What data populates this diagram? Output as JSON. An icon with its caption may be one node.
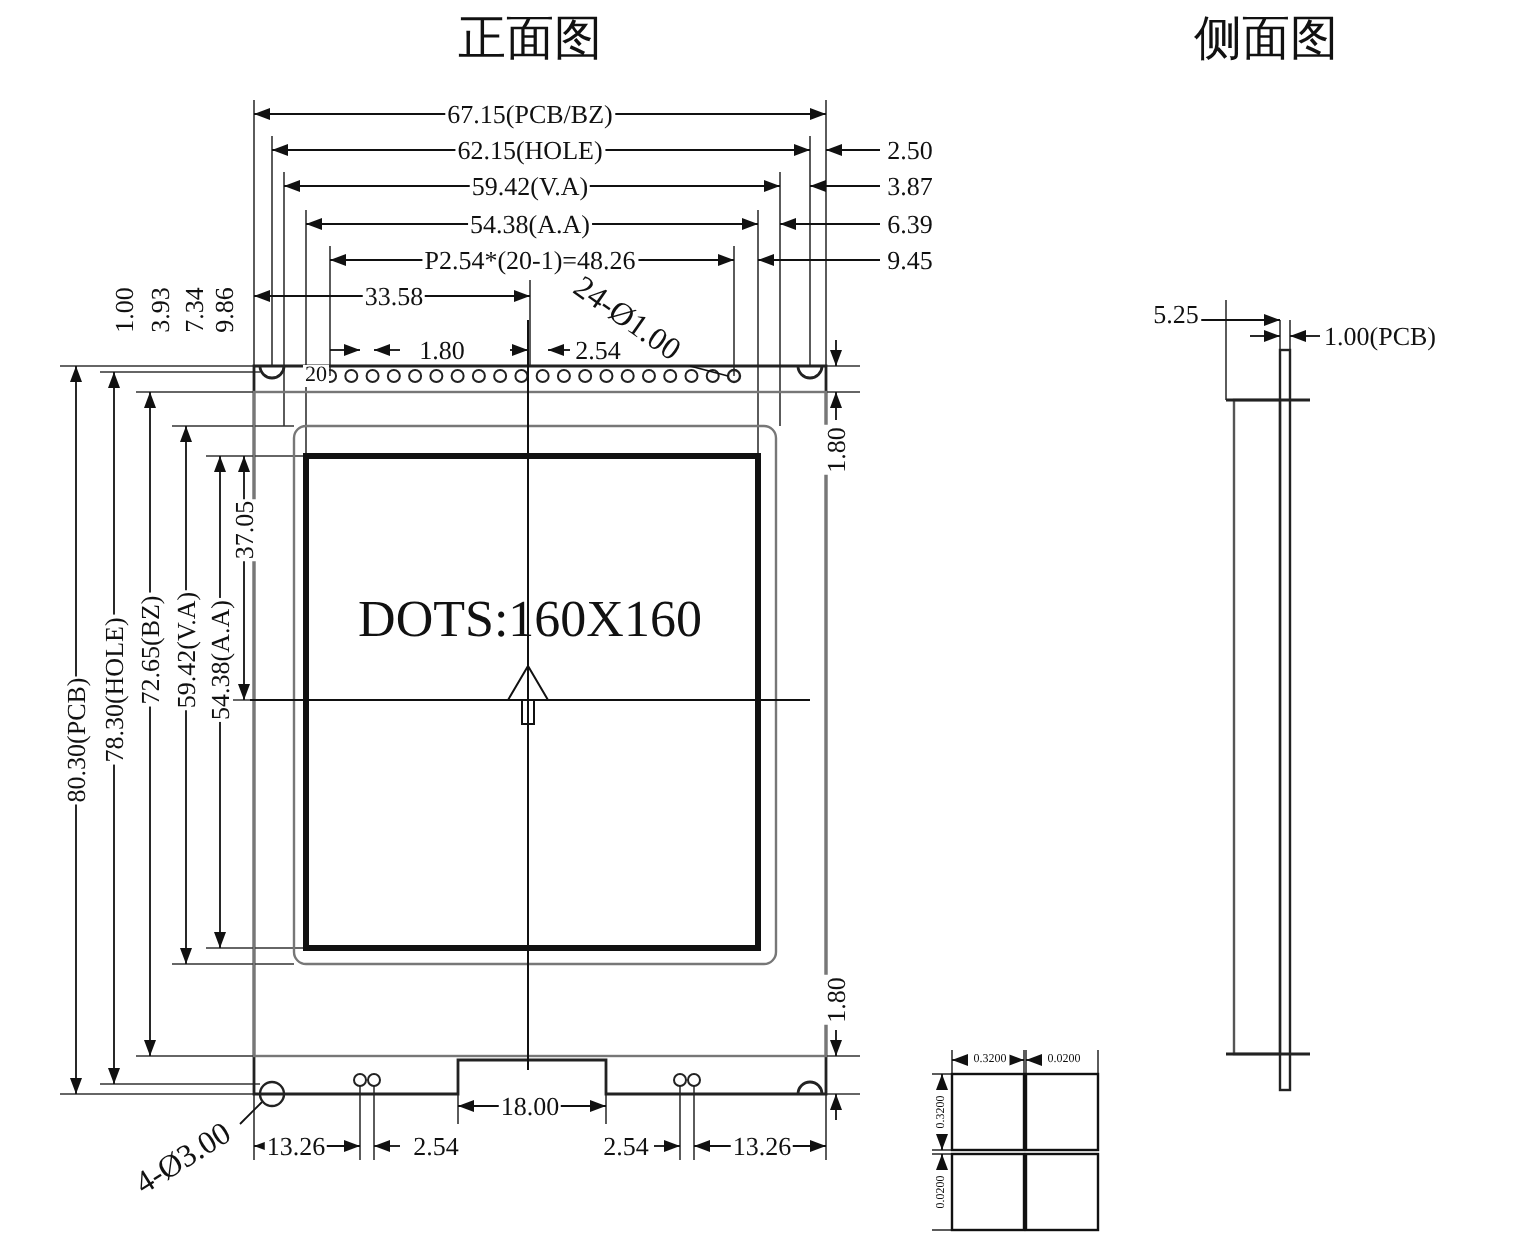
{
  "diagram": {
    "nodes": [
      {
        "text": [
          "24-Ø1.00"
        ]
      },
      {
        "text": [],
        "shape": "circle"
      },
      {
        "text": [
          "4-Ø3.00"
        ]
      },
      {
        "text": [],
        "shape": "circle"
      }
    ],
    "edges": [
      {
        "from": 0,
        "to": 1,
        "arrow": "none"
      },
      {
        "from": 2,
        "to": 3,
        "arrow": "none"
      }
    ],
    "labels": [
      "正面图",
      "侧面图",
      "67.15(PCB/BZ)",
      "62.15(HOLE)",
      "2.50",
      "59.42(V.A)",
      "3.87",
      "54.38(A.A)",
      "6.39",
      "P2.54*(20-1)=48.26",
      "9.45",
      "33.58",
      "1.00",
      "3.93",
      "7.34",
      "9.86",
      "1.80",
      "2.54",
      "20",
      "1.80",
      "37.05",
      "80.30(PCB)",
      "78.30(HOLE)",
      "72.65(BZ)",
      "59.42(V.A)",
      "54.38(A.A)",
      "DOTS:160X160",
      "1.80",
      "13.26",
      "2.54",
      "18.00",
      "2.54",
      "13.26",
      "5.25",
      "1.00(PCB)",
      "0.3200",
      "0.0200",
      "0.3200",
      "0.0200"
    ]
  }
}
